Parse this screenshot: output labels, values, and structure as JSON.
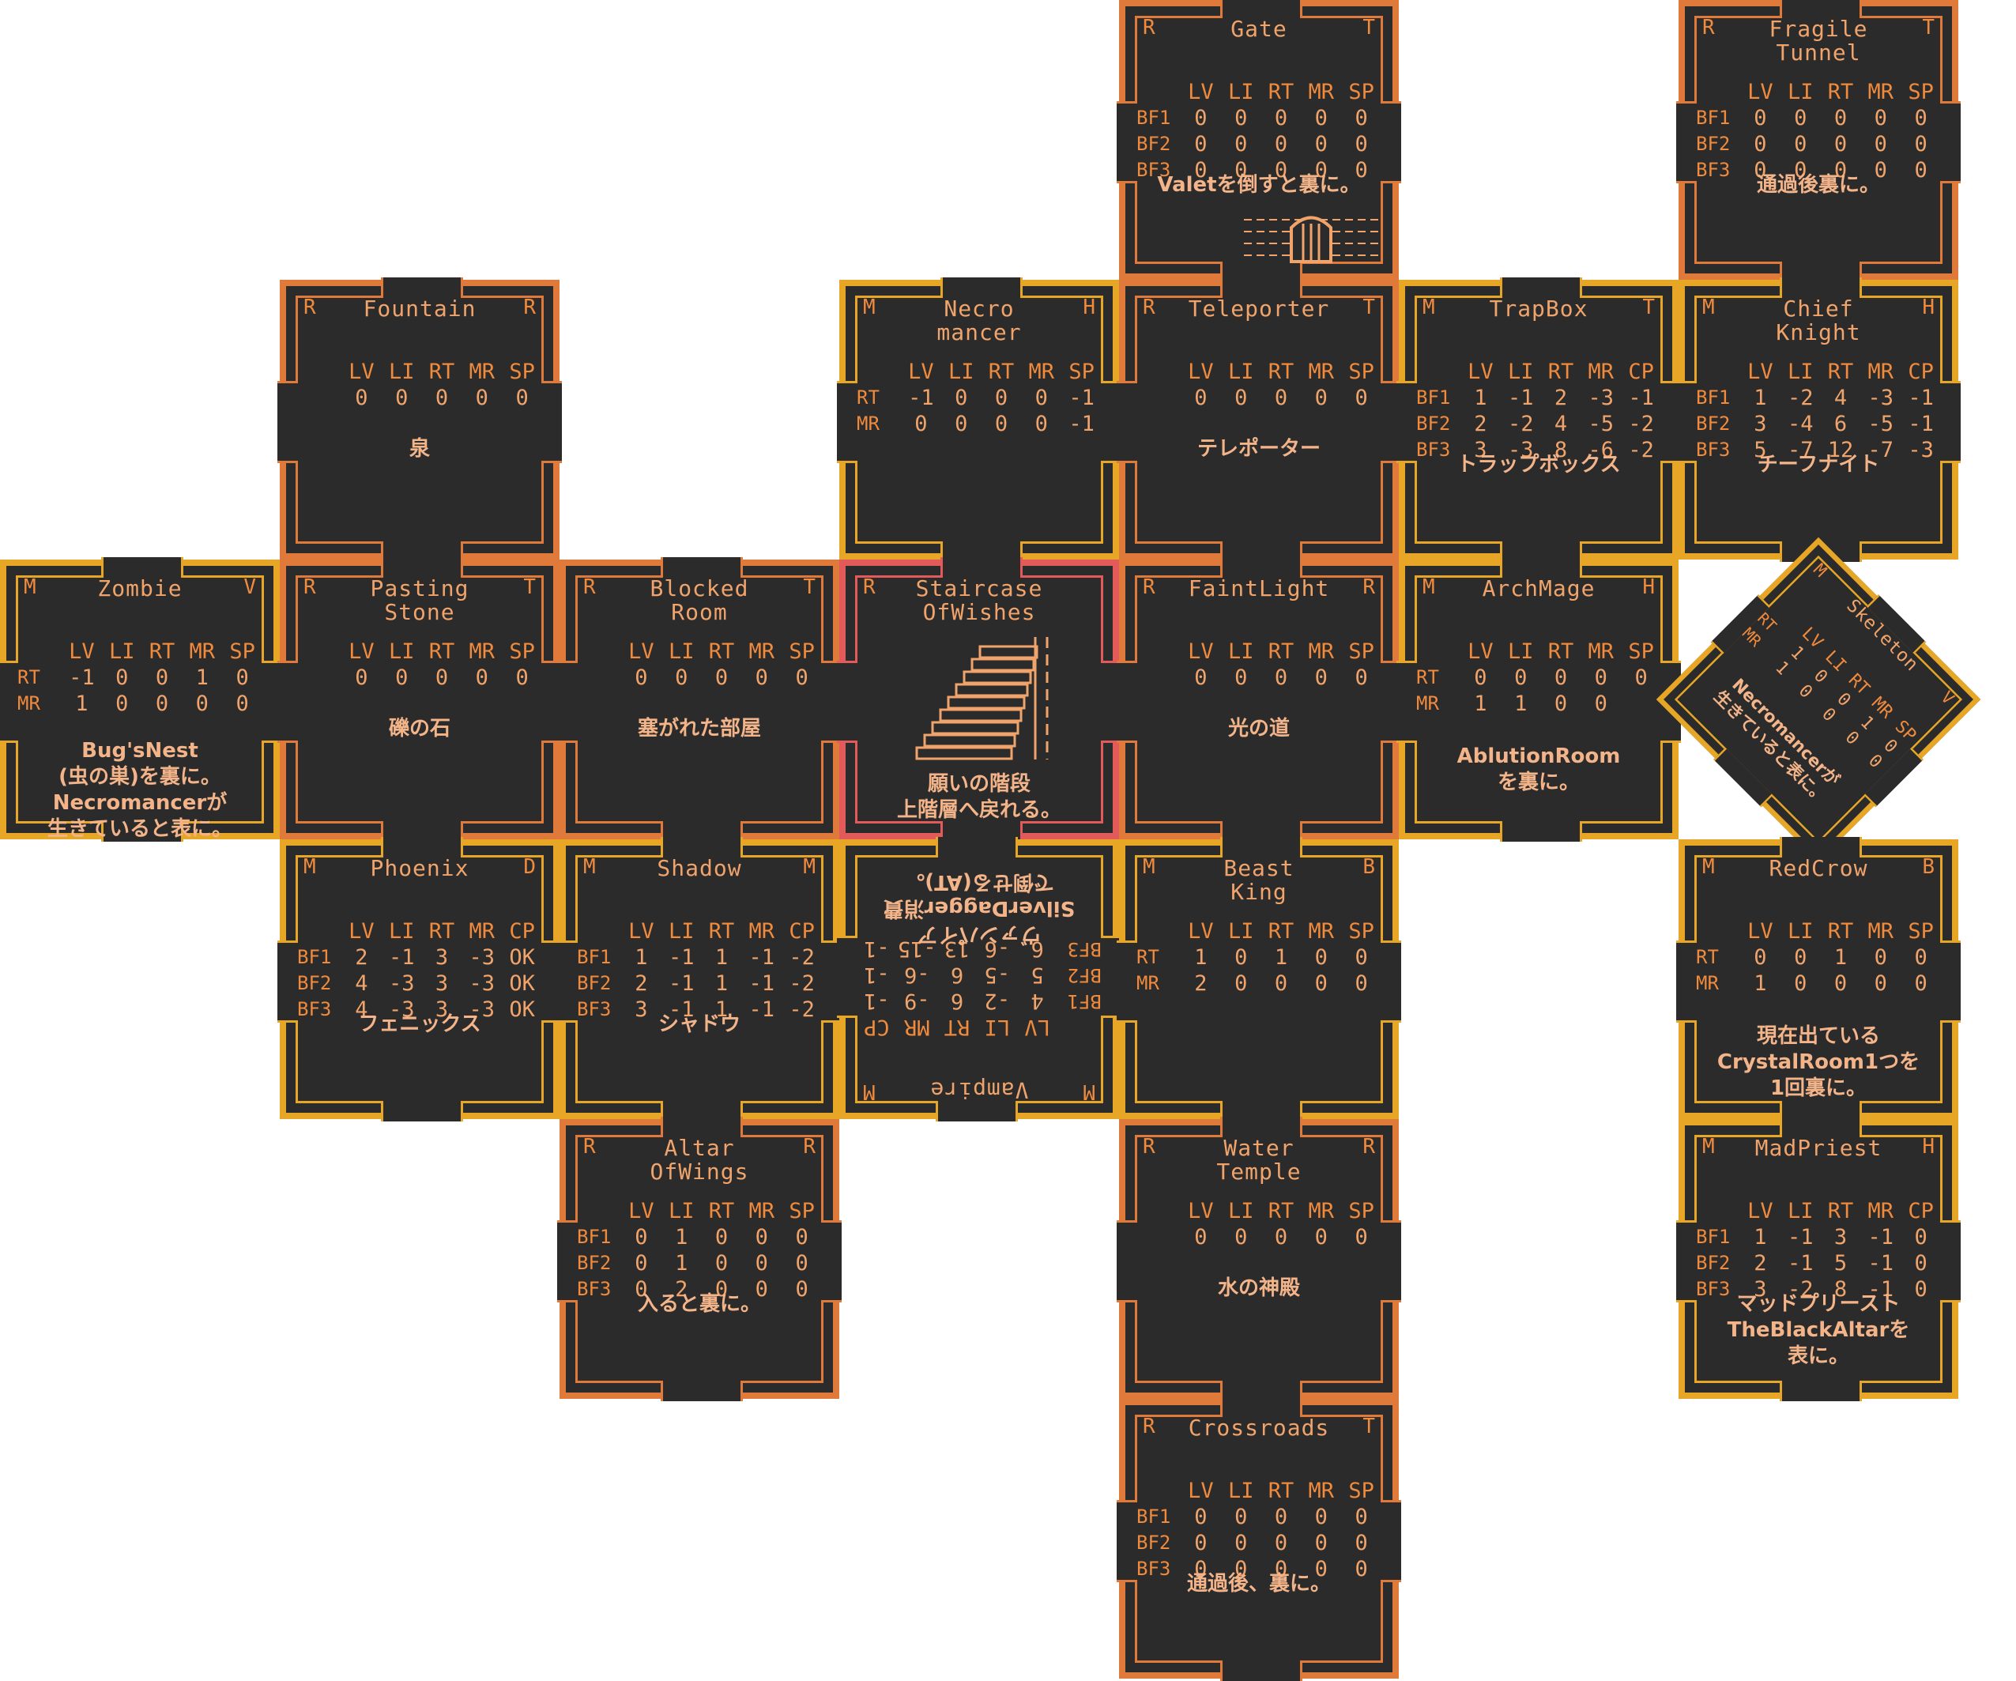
{
  "colors": {
    "tile_bg": "#2b2b2b",
    "orange_border": "#e07a3a",
    "yellow_border": "#e8a627",
    "red_border": "#e25a5a",
    "text": "#f08a3c",
    "note": "#f3b48a"
  },
  "tiles": [
    {
      "id": "gate",
      "left": "R",
      "right": "T",
      "title": "Gate",
      "border": "o",
      "cols": [
        "LV",
        "LI",
        "RT",
        "MR",
        "SP"
      ],
      "rows": [
        [
          "BF1",
          "0",
          "0",
          "0",
          "0",
          "0"
        ],
        [
          "BF2",
          "0",
          "0",
          "0",
          "0",
          "0"
        ],
        [
          "BF3",
          "0",
          "0",
          "0",
          "0",
          "0"
        ]
      ],
      "note": "Valetを倒すと裏に。",
      "icon": "gate-door-icon"
    },
    {
      "id": "fragile-tunnel",
      "left": "R",
      "right": "T",
      "title": "Fragile\nTunnel",
      "border": "o",
      "cols": [
        "LV",
        "LI",
        "RT",
        "MR",
        "SP"
      ],
      "rows": [
        [
          "BF1",
          "0",
          "0",
          "0",
          "0",
          "0"
        ],
        [
          "BF2",
          "0",
          "0",
          "0",
          "0",
          "0"
        ],
        [
          "BF3",
          "0",
          "0",
          "0",
          "0",
          "0"
        ]
      ],
      "note": "通過後裏に。"
    },
    {
      "id": "fountain",
      "left": "R",
      "right": "R",
      "title": "Fountain",
      "border": "o",
      "cols": [
        "LV",
        "LI",
        "RT",
        "MR",
        "SP"
      ],
      "rows": [
        [
          "",
          "0",
          "0",
          "0",
          "0",
          "0"
        ]
      ],
      "note": "泉"
    },
    {
      "id": "necromancer",
      "left": "M",
      "right": "H",
      "title": "Necro\nmancer",
      "border": "y",
      "cols": [
        "LV",
        "LI",
        "RT",
        "MR",
        "SP"
      ],
      "rows": [
        [
          "RT",
          "-1",
          "0",
          "0",
          "0",
          "-1"
        ],
        [
          "MR",
          "0",
          "0",
          "0",
          "0",
          "-1"
        ]
      ],
      "note": ""
    },
    {
      "id": "teleporter",
      "left": "R",
      "right": "T",
      "title": "Teleporter",
      "border": "o",
      "cols": [
        "LV",
        "LI",
        "RT",
        "MR",
        "SP"
      ],
      "rows": [
        [
          "",
          "0",
          "0",
          "0",
          "0",
          "0"
        ]
      ],
      "note": "テレポーター"
    },
    {
      "id": "trapbox",
      "left": "M",
      "right": "T",
      "title": "TrapBox",
      "border": "y",
      "cols": [
        "LV",
        "LI",
        "RT",
        "MR",
        "CP"
      ],
      "rows": [
        [
          "BF1",
          "1",
          "-1",
          "2",
          "-3",
          "-1"
        ],
        [
          "BF2",
          "2",
          "-2",
          "4",
          "-5",
          "-2"
        ],
        [
          "BF3",
          "3",
          "-3",
          "8",
          "-6",
          "-2"
        ]
      ],
      "note": "トラップボックス"
    },
    {
      "id": "chief-knight",
      "left": "M",
      "right": "H",
      "title": "Chief\nKnight",
      "border": "y",
      "cols": [
        "LV",
        "LI",
        "RT",
        "MR",
        "CP"
      ],
      "rows": [
        [
          "BF1",
          "1",
          "-2",
          "4",
          "-3",
          "-1"
        ],
        [
          "BF2",
          "3",
          "-4",
          "6",
          "-5",
          "-1"
        ],
        [
          "BF3",
          "5",
          "-7",
          "12",
          "-7",
          "-3"
        ]
      ],
      "note": "チーフナイト"
    },
    {
      "id": "zombie",
      "left": "M",
      "right": "V",
      "title": "Zombie",
      "border": "y",
      "cols": [
        "LV",
        "LI",
        "RT",
        "MR",
        "SP"
      ],
      "rows": [
        [
          "RT",
          "-1",
          "0",
          "0",
          "1",
          "0"
        ],
        [
          "MR",
          "1",
          "0",
          "0",
          "0",
          "0"
        ]
      ],
      "note": "Bug'sNest\n(虫の巣)を裏に。\nNecromancerが\n生きていると表に。"
    },
    {
      "id": "pasting-stone",
      "left": "R",
      "right": "T",
      "title": "Pasting\nStone",
      "border": "o",
      "cols": [
        "LV",
        "LI",
        "RT",
        "MR",
        "SP"
      ],
      "rows": [
        [
          "",
          "0",
          "0",
          "0",
          "0",
          "0"
        ]
      ],
      "note": "礫の石"
    },
    {
      "id": "blocked-room",
      "left": "R",
      "right": "T",
      "title": "Blocked\nRoom",
      "border": "o",
      "cols": [
        "LV",
        "LI",
        "RT",
        "MR",
        "SP"
      ],
      "rows": [
        [
          "",
          "0",
          "0",
          "0",
          "0",
          "0"
        ]
      ],
      "note": "塞がれた部屋"
    },
    {
      "id": "staircase",
      "left": "R",
      "right": "",
      "title": "Staircase\nOfWishes",
      "border": "r",
      "cols": [],
      "rows": [],
      "note": "願いの階段\n上階層へ戻れる。",
      "icon": "staircase-icon"
    },
    {
      "id": "faint-light",
      "left": "R",
      "right": "R",
      "title": "FaintLight",
      "border": "o",
      "cols": [
        "LV",
        "LI",
        "RT",
        "MR",
        "SP"
      ],
      "rows": [
        [
          "",
          "0",
          "0",
          "0",
          "0",
          "0"
        ]
      ],
      "note": "光の道"
    },
    {
      "id": "archmage",
      "left": "M",
      "right": "H",
      "title": "ArchMage",
      "border": "y",
      "cols": [
        "LV",
        "LI",
        "RT",
        "MR",
        "SP"
      ],
      "rows": [
        [
          "RT",
          "0",
          "0",
          "0",
          "0",
          "0"
        ],
        [
          "MR",
          "1",
          "1",
          "0",
          "0",
          ""
        ]
      ],
      "note": "AblutionRoom\nを裏に。"
    },
    {
      "id": "skeleton",
      "left": "M",
      "right": "V",
      "title": "Skeleton",
      "border": "y",
      "cols": [
        "LV",
        "LI",
        "RT",
        "MR",
        "SP"
      ],
      "rows": [
        [
          "RT",
          "1",
          "0",
          "0",
          "1",
          "0"
        ],
        [
          "MR",
          "1",
          "0",
          "0",
          "0",
          "0"
        ]
      ],
      "note": "Necromancerが\n生きていると表に。"
    },
    {
      "id": "phoenix",
      "left": "M",
      "right": "D",
      "title": "Phoenix",
      "border": "y",
      "cols": [
        "LV",
        "LI",
        "RT",
        "MR",
        "CP"
      ],
      "rows": [
        [
          "BF1",
          "2",
          "-1",
          "3",
          "-3",
          "OK"
        ],
        [
          "BF2",
          "4",
          "-3",
          "3",
          "-3",
          "OK"
        ],
        [
          "BF3",
          "4",
          "-3",
          "3",
          "-3",
          "OK"
        ]
      ],
      "note": "フェニックス"
    },
    {
      "id": "shadow",
      "left": "M",
      "right": "M",
      "title": "Shadow",
      "border": "y",
      "cols": [
        "LV",
        "LI",
        "RT",
        "MR",
        "CP"
      ],
      "rows": [
        [
          "BF1",
          "1",
          "-1",
          "1",
          "-1",
          "-2"
        ],
        [
          "BF2",
          "2",
          "-1",
          "1",
          "-1",
          "-2"
        ],
        [
          "BF3",
          "3",
          "-1",
          "1",
          "-1",
          "-2"
        ]
      ],
      "note": "シャドウ"
    },
    {
      "id": "vampire",
      "left": "M",
      "right": "M",
      "title": "Vampire",
      "border": "y",
      "cols": [
        "LV",
        "LI",
        "RT",
        "MR",
        "CP"
      ],
      "rows": [
        [
          "BF1",
          "4",
          "-2",
          "6",
          "-9",
          "-1"
        ],
        [
          "BF2",
          "5",
          "-5",
          "6",
          "-6",
          "-1"
        ],
        [
          "BF3",
          "6",
          "-6",
          "13",
          "-15",
          "-1"
        ]
      ],
      "note": "ヴァンパイア\nSilverDagger消費\nで倒せる(AT)。"
    },
    {
      "id": "beast-king",
      "left": "M",
      "right": "B",
      "title": "Beast\nKing",
      "border": "y",
      "cols": [
        "LV",
        "LI",
        "RT",
        "MR",
        "SP"
      ],
      "rows": [
        [
          "RT",
          "1",
          "0",
          "1",
          "0",
          "0"
        ],
        [
          "MR",
          "2",
          "0",
          "0",
          "0",
          "0"
        ]
      ],
      "note": ""
    },
    {
      "id": "red-crow",
      "left": "M",
      "right": "B",
      "title": "RedCrow",
      "border": "y",
      "cols": [
        "LV",
        "LI",
        "RT",
        "MR",
        "SP"
      ],
      "rows": [
        [
          "RT",
          "0",
          "0",
          "1",
          "0",
          "0"
        ],
        [
          "MR",
          "1",
          "0",
          "0",
          "0",
          "0"
        ]
      ],
      "note": "現在出ている\nCrystalRoom1つを\n1回裏に。"
    },
    {
      "id": "altar-of-wings",
      "left": "R",
      "right": "R",
      "title": "Altar\nOfWings",
      "border": "o",
      "cols": [
        "LV",
        "LI",
        "RT",
        "MR",
        "SP"
      ],
      "rows": [
        [
          "BF1",
          "0",
          "1",
          "0",
          "0",
          "0"
        ],
        [
          "BF2",
          "0",
          "1",
          "0",
          "0",
          "0"
        ],
        [
          "BF3",
          "0",
          "2",
          "0",
          "0",
          "0"
        ]
      ],
      "note": "入ると裏に。"
    },
    {
      "id": "water-temple",
      "left": "R",
      "right": "R",
      "title": "Water\nTemple",
      "border": "o",
      "cols": [
        "LV",
        "LI",
        "RT",
        "MR",
        "SP"
      ],
      "rows": [
        [
          "",
          "0",
          "0",
          "0",
          "0",
          "0"
        ]
      ],
      "note": "水の神殿"
    },
    {
      "id": "mad-priest",
      "left": "M",
      "right": "H",
      "title": "MadPriest",
      "border": "y",
      "cols": [
        "LV",
        "LI",
        "RT",
        "MR",
        "CP"
      ],
      "rows": [
        [
          "BF1",
          "1",
          "-1",
          "3",
          "-1",
          "0"
        ],
        [
          "BF2",
          "2",
          "-1",
          "5",
          "-1",
          "0"
        ],
        [
          "BF3",
          "3",
          "-2",
          "8",
          "-1",
          "0"
        ]
      ],
      "note": "マッドプリースト\nTheBlackAltarを\n表に。"
    },
    {
      "id": "crossroads",
      "left": "R",
      "right": "T",
      "title": "Crossroads",
      "border": "o",
      "cols": [
        "LV",
        "LI",
        "RT",
        "MR",
        "SP"
      ],
      "rows": [
        [
          "BF1",
          "0",
          "0",
          "0",
          "0",
          "0"
        ],
        [
          "BF2",
          "0",
          "0",
          "0",
          "0",
          "0"
        ],
        [
          "BF3",
          "0",
          "0",
          "0",
          "0",
          "0"
        ]
      ],
      "note": "通過後、裏に。"
    }
  ]
}
